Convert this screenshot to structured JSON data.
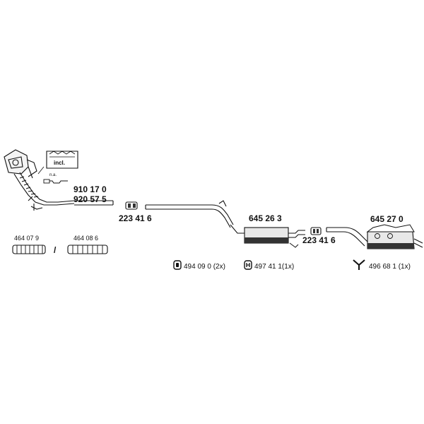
{
  "labels": {
    "cat_main": "910 17 0",
    "cat_alt": "920 57 5",
    "clamp_front": "223 41 6",
    "middle_silencer": "645 26 3",
    "clamp_rear": "223 41 6",
    "rear_silencer": "645 27 0",
    "flex_a": "464 07 9",
    "flex_b": "464 08 6",
    "separator": "/",
    "na": "n.a.",
    "incl": "incl."
  },
  "legend": {
    "ring": "494 09 0 (2x)",
    "bracket": "497 41 1(1x)",
    "hanger": "496 68 1 (1x)"
  },
  "colors": {
    "line": "#111111",
    "fill_dark": "#333333",
    "fill_light": "#e8e8e8"
  }
}
